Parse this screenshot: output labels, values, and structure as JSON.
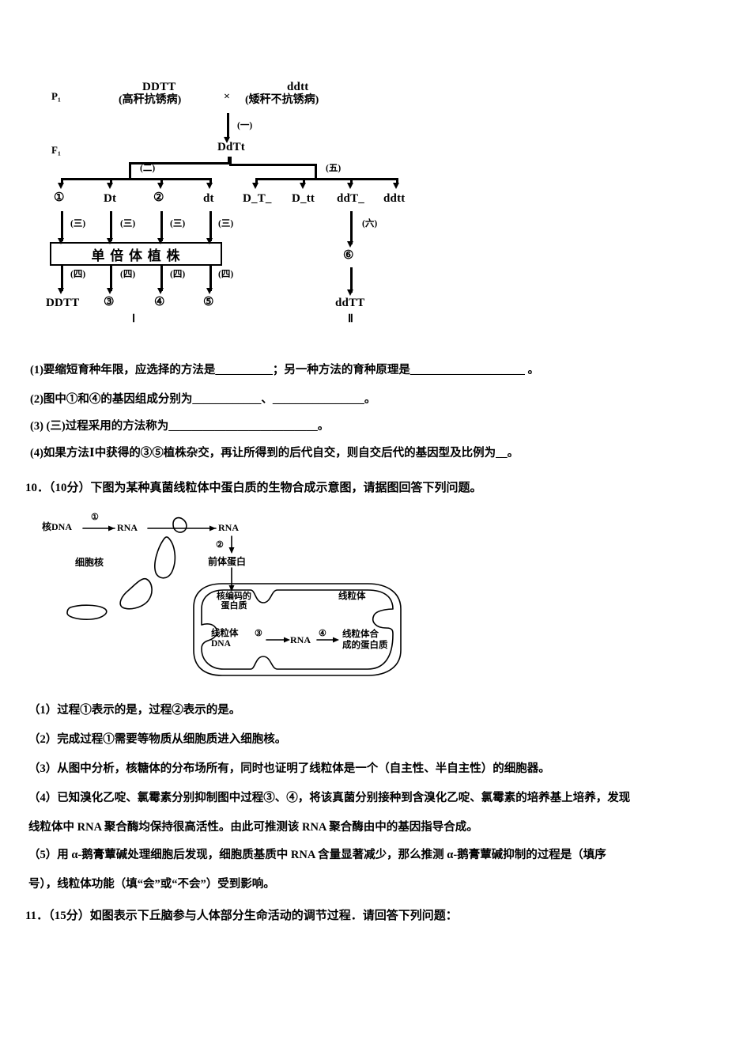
{
  "document": {
    "background": "#ffffff",
    "ink": "#000000"
  },
  "figure1": {
    "name": "wheat-breeding-pedigree-diagram",
    "generation_labels": {
      "p": "P₁",
      "f1": "F₁"
    },
    "parents": {
      "left_genotype": "DDTT",
      "left_phenotype": "(高秆抗锈病)",
      "cross_symbol": "×",
      "right_genotype": "ddtt",
      "right_phenotype": "(矮秆不抗锈病)"
    },
    "f1_genotype": "DdTt",
    "steps": {
      "s1": "(一)",
      "s2": "(二)",
      "s3": "(三)",
      "s4": "(四)",
      "s5": "(五)",
      "s6": "(六)"
    },
    "left_branch": {
      "gametes": [
        "①",
        "Dt",
        "②",
        "dt"
      ],
      "box_text": "单 倍 体 植 株",
      "products": [
        "DDTT",
        "③",
        "④",
        "⑤"
      ],
      "method_label": "Ⅰ"
    },
    "right_branch": {
      "f2_genotypes": [
        "D_T_",
        "D_tt",
        "ddT_",
        "ddtt"
      ],
      "selected": "⑥",
      "product": "ddTT",
      "method_label": "Ⅱ"
    }
  },
  "question9_parts": [
    "(1)要缩短育种年限，应选择的方法是__________；另一种方法的育种原理是____________________ 。",
    "(2)图中①和④的基因组成分别为____________、________________。",
    "(3) (三)过程采用的方法称为__________________________。",
    "(4)如果方法Ⅰ中获得的③⑤植株杂交，再让所得到的后代自交，则自交后代的基因型及比例为__。"
  ],
  "question10": {
    "number": "10．",
    "score": "（10分）",
    "stem": "下图为某种真菌线粒体中蛋白质的生物合成示意图，请据图回答下列问题。",
    "figure": {
      "name": "mitochondrial-protein-synthesis-diagram",
      "labels": {
        "nuclear_dna": "核DNA",
        "rna_left": "RNA",
        "rna_right": "RNA",
        "process1": "①",
        "process2": "②",
        "nucleus": "细胞核",
        "precursor_protein": "前体蛋白",
        "nuclear_encoded_protein": "核编码的\n蛋白质",
        "mitochondrion": "线粒体",
        "mito_dna": "线粒体\nDNA",
        "process3": "③",
        "mito_rna": "RNA",
        "process4": "④",
        "mito_protein": "线粒体合\n成的蛋白质"
      }
    },
    "parts": [
      "（1）过程①表示的是，过程②表示的是。",
      "（2）完成过程①需要等物质从细胞质进入细胞核。",
      "（3）从图中分析，核糖体的分布场所有，同时也证明了线粒体是一个（自主性、半自主性）的细胞器。",
      "（4）已知溴化乙啶、氯霉素分别抑制图中过程③、④，将该真菌分别接种到含溴化乙啶、氯霉素的培养基上培养，发现",
      "线粒体中 RNA 聚合酶均保持很高活性。由此可推测该 RNA 聚合酶由中的基因指导合成。",
      "（5）用 α-鹅膏蕈碱处理细胞后发现，细胞质基质中 RNA 含量显著减少，那么推测 α-鹅膏蕈碱抑制的过程是（填序",
      "号），线粒体功能（填“会”或“不会”）受到影响。"
    ]
  },
  "question11": {
    "number": "11．",
    "score": "（15分）",
    "stem": "如图表示下丘脑参与人体部分生命活动的调节过程．请回答下列问题："
  }
}
